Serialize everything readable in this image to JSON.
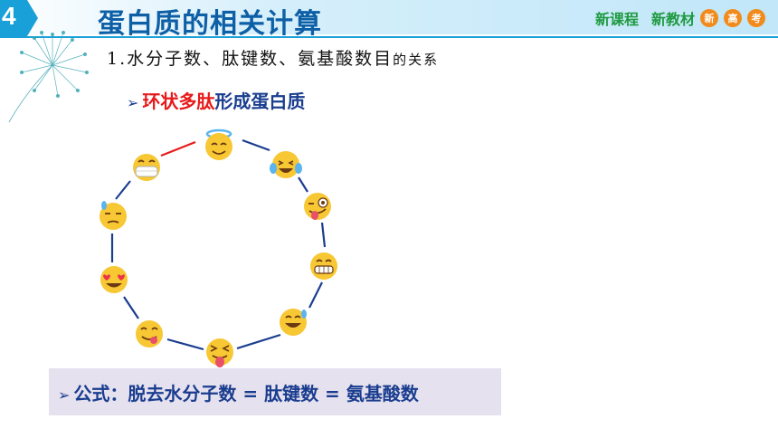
{
  "header": {
    "section_number": "4",
    "title": "蛋白质的相关计算",
    "brand_text_1": "新课程",
    "brand_text_2": "新教材",
    "brand_badges": [
      "新",
      "高",
      "考"
    ]
  },
  "content": {
    "heading_main": "1.水分子数、肽键数、氨基酸数目",
    "heading_suffix": "的关系",
    "subheading_arrow": "➢",
    "subheading_red": "环状多肽",
    "subheading_rest": "形成蛋白质",
    "formula_arrow": "➢",
    "formula": "公式：脱去水分子数 = 肽键数 = 氨基酸数"
  },
  "ring": {
    "emojis": [
      "halo-face",
      "tears-of-joy-face",
      "winking-tongue-face",
      "grinning-teeth-face",
      "sweat-smile-face",
      "squinting-tongue-face",
      "yum-face",
      "heart-eyes-face",
      "downcast-sweat-face",
      "mask-face"
    ],
    "highlight_bond_color": "#e81a1a",
    "bond_color": "#1a3d8f"
  },
  "colors": {
    "title_blue": "#0d5fa6",
    "accent_cyan": "#1aa0d8",
    "brand_green": "#1e9a3f",
    "badge_orange": "#f28a1c",
    "formula_bg": "#e6e1ee"
  }
}
